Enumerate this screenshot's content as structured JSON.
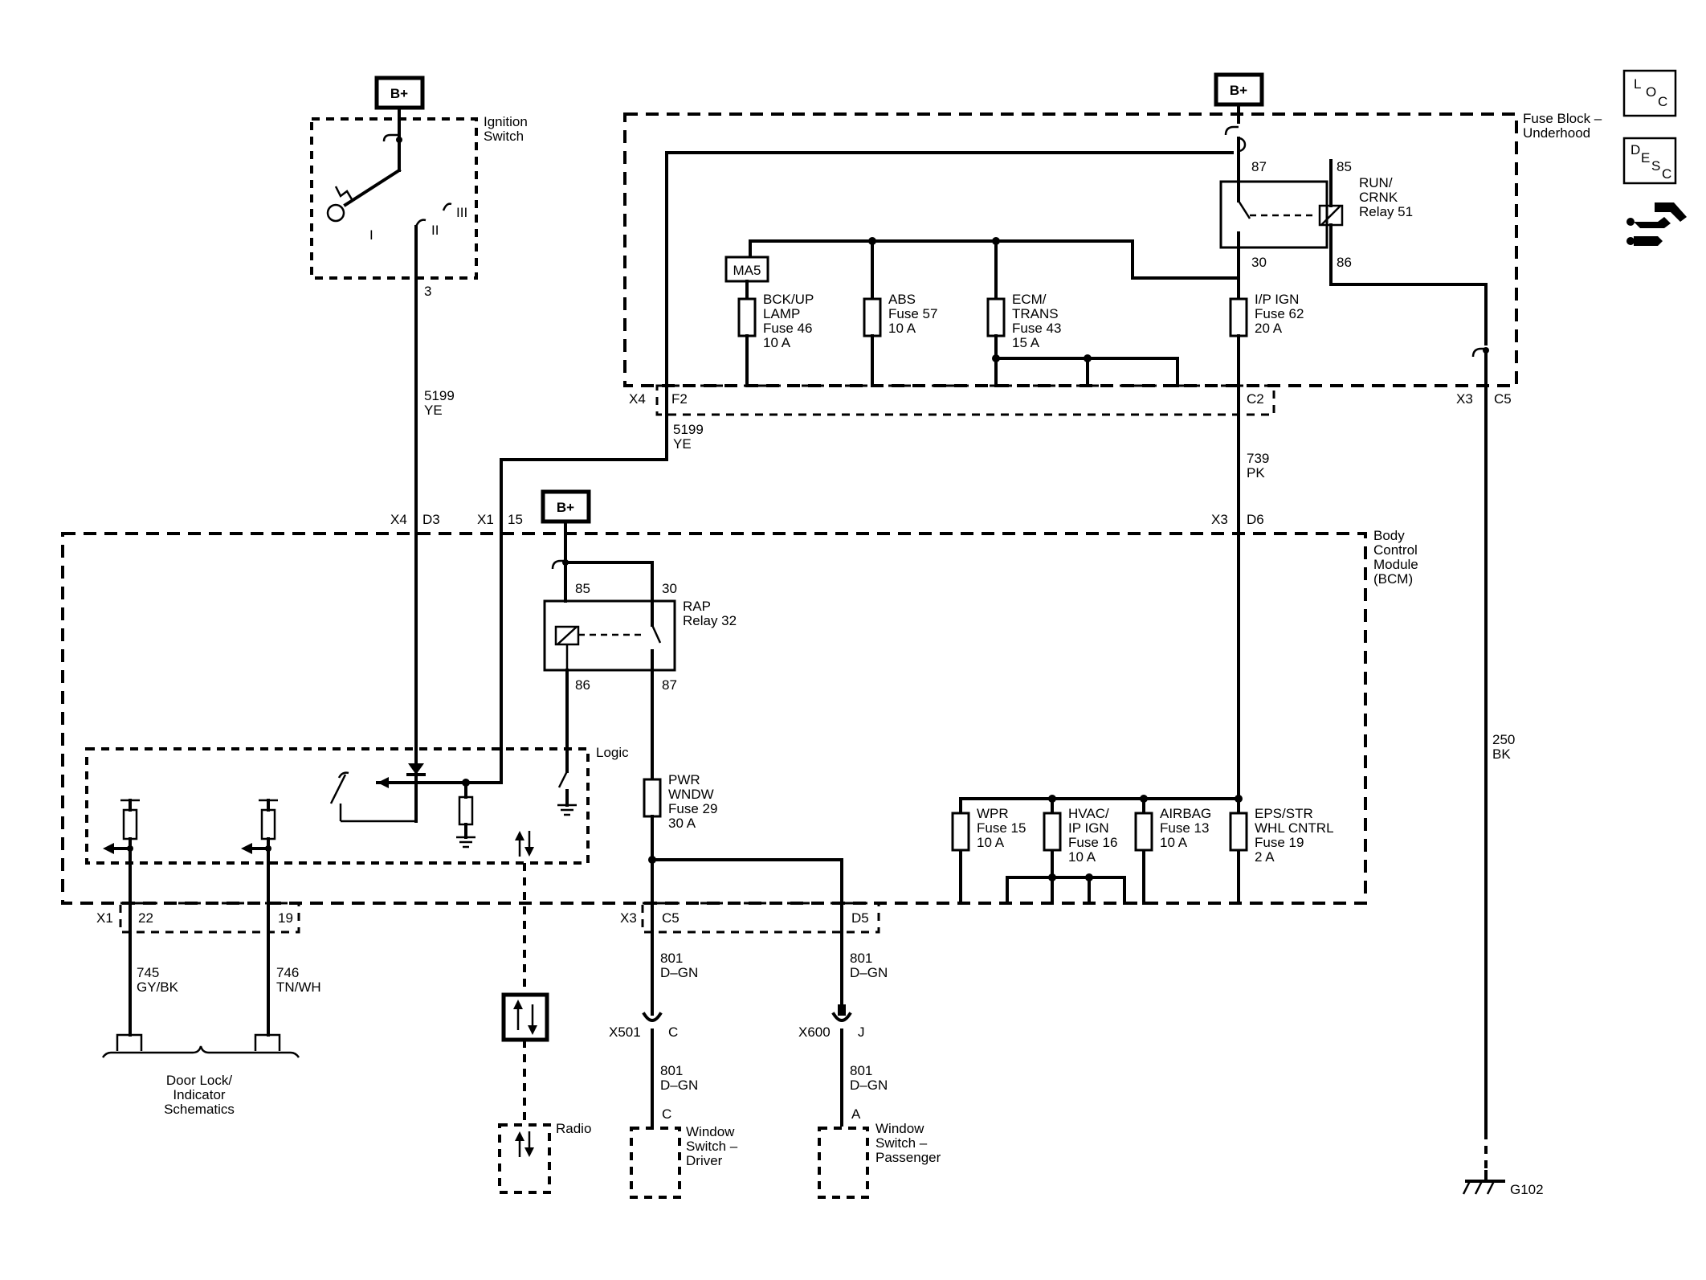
{
  "power_labels": {
    "bplus": "B+"
  },
  "side_icons": {
    "loc": [
      "L",
      "O",
      "C"
    ],
    "desc": [
      "D",
      "E",
      "S",
      "C"
    ],
    "icon_names": [
      "loc-icon",
      "desc-icon",
      "connector-repair-icon"
    ]
  },
  "ignition_switch": {
    "name": [
      "Ignition",
      "Switch"
    ],
    "positions": [
      "I",
      "II",
      "III"
    ],
    "terminal": "3"
  },
  "fuse_block": {
    "name": [
      "Fuse Block –",
      "Underhood"
    ],
    "relay": {
      "name": [
        "RUN/",
        "CRNK",
        "Relay 51"
      ],
      "pins": [
        "87",
        "85",
        "30",
        "86"
      ]
    },
    "ma5": "MA5",
    "fuses": [
      {
        "lines": [
          "BCK/UP",
          "LAMP",
          "Fuse 46",
          "10 A"
        ]
      },
      {
        "lines": [
          "ABS",
          "Fuse 57",
          "10 A"
        ]
      },
      {
        "lines": [
          "ECM/",
          "TRANS",
          "Fuse 43",
          "15 A"
        ]
      },
      {
        "lines": [
          "I/P IGN",
          "Fuse 62",
          "20 A"
        ]
      }
    ],
    "connectors": {
      "x4": "X4",
      "f2": "F2",
      "c2": "C2",
      "x3": "X3",
      "c5": "C5"
    }
  },
  "wires": {
    "w5199_a": [
      "5199",
      "YE"
    ],
    "w5199_b": [
      "5199",
      "YE"
    ],
    "w739": [
      "739",
      "PK"
    ],
    "w250": [
      "250",
      "BK"
    ],
    "w745": [
      "745",
      "GY/BK"
    ],
    "w746": [
      "746",
      "TN/WH"
    ],
    "w801_c5": [
      "801",
      "D–GN"
    ],
    "w801_d5": [
      "801",
      "D–GN"
    ],
    "w801_drv": [
      "801",
      "D–GN"
    ],
    "w801_pass": [
      "801",
      "D–GN"
    ]
  },
  "bcm": {
    "name": [
      "Body",
      "Control",
      "Module",
      "(BCM)"
    ],
    "top_connectors": {
      "x4": "X4",
      "d3": "D3",
      "x1": "X1",
      "p15": "15",
      "x3": "X3",
      "d6": "D6"
    },
    "relay": {
      "name": [
        "RAP",
        "Relay 32"
      ],
      "pins": [
        "85",
        "30",
        "86",
        "87"
      ]
    },
    "logic": "Logic",
    "pwr_fuse": [
      "PWR",
      "WNDW",
      "Fuse 29",
      "30 A"
    ],
    "fuses": [
      {
        "lines": [
          "WPR",
          "Fuse 15",
          "10 A"
        ]
      },
      {
        "lines": [
          "HVAC/",
          "IP IGN",
          "Fuse 16",
          "10 A"
        ]
      },
      {
        "lines": [
          "AIRBAG",
          "Fuse 13",
          "10 A"
        ]
      },
      {
        "lines": [
          "EPS/STR",
          "WHL CNTRL",
          "Fuse 19",
          "2 A"
        ]
      }
    ],
    "bottom_connectors": {
      "x1": "X1",
      "p22": "22",
      "p19": "19",
      "x3": "X3",
      "c5": "C5",
      "d5": "D5"
    }
  },
  "inline": {
    "x501": "X501",
    "x501_pin": "C",
    "x600": "X600",
    "x600_pin": "J"
  },
  "door_lock": [
    "Door Lock/",
    "Indicator",
    "Schematics"
  ],
  "radio": "Radio",
  "window_driver": {
    "pin": "C",
    "name": [
      "Window",
      "Switch –",
      "Driver"
    ]
  },
  "window_passenger": {
    "pin": "A",
    "name": [
      "Window",
      "Switch –",
      "Passenger"
    ]
  },
  "ground": "G102"
}
